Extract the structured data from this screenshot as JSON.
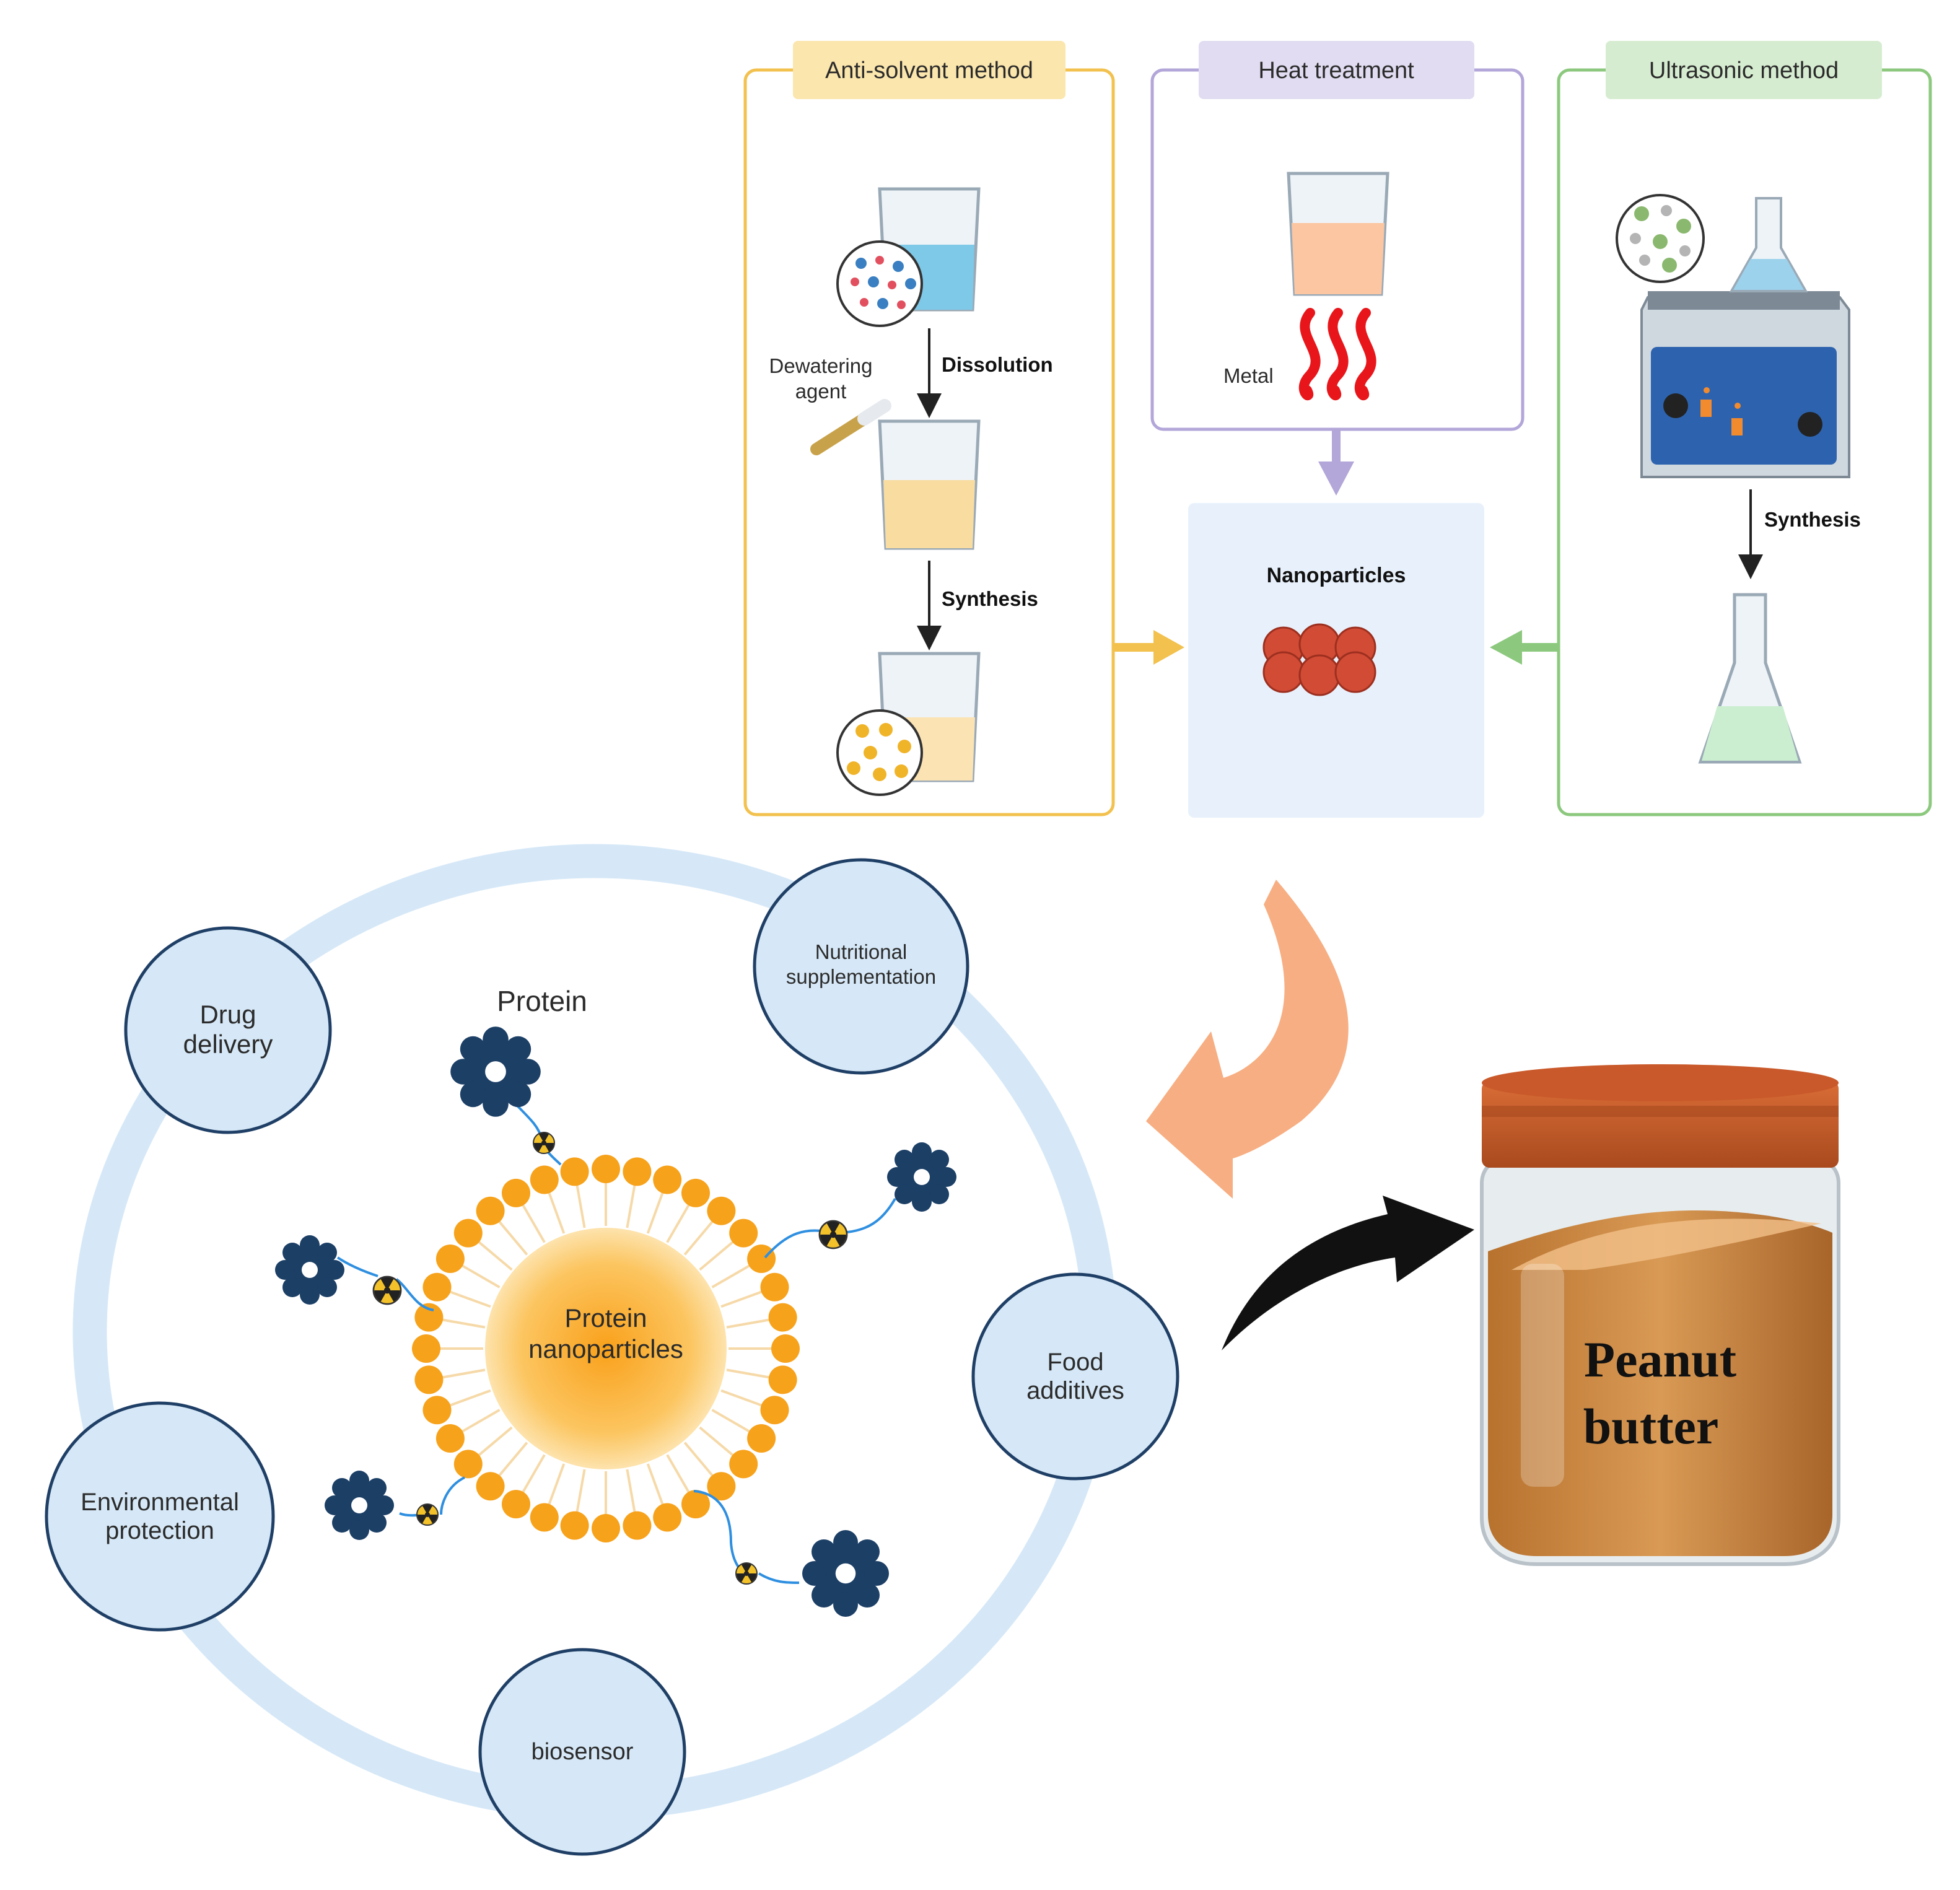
{
  "methods": {
    "anti_solvent": {
      "title": "Anti-solvent method",
      "agent_line1": "Dewatering",
      "agent_line2": "agent",
      "step1": "Dissolution",
      "step2": "Synthesis"
    },
    "heat": {
      "title": "Heat treatment",
      "metal": "Metal"
    },
    "ultrasonic": {
      "title": "Ultrasonic method",
      "step": "Synthesis"
    },
    "nanoparticles": "Nanoparticles"
  },
  "applications": {
    "drug_l1": "Drug",
    "drug_l2": "delivery",
    "nutrition_l1": "Nutritional",
    "nutrition_l2": "supplementation",
    "food_l1": "Food",
    "food_l2": "additives",
    "env_l1": "Environmental",
    "env_l2": "protection",
    "biosensor": "biosensor",
    "protein": "Protein",
    "core_l1": "Protein",
    "core_l2": "nanoparticles"
  },
  "jar": {
    "line1": "Peanut",
    "line2": "butter"
  },
  "colors": {
    "anti_solvent": "#f2c14e",
    "heat": "#b3a6d9",
    "ultrasonic": "#8cc97e",
    "nano_box": "#e8f1fb",
    "ring": "#d6e8f7",
    "orange_arrow": "#f7ae82",
    "protein": "#1c3f66"
  }
}
